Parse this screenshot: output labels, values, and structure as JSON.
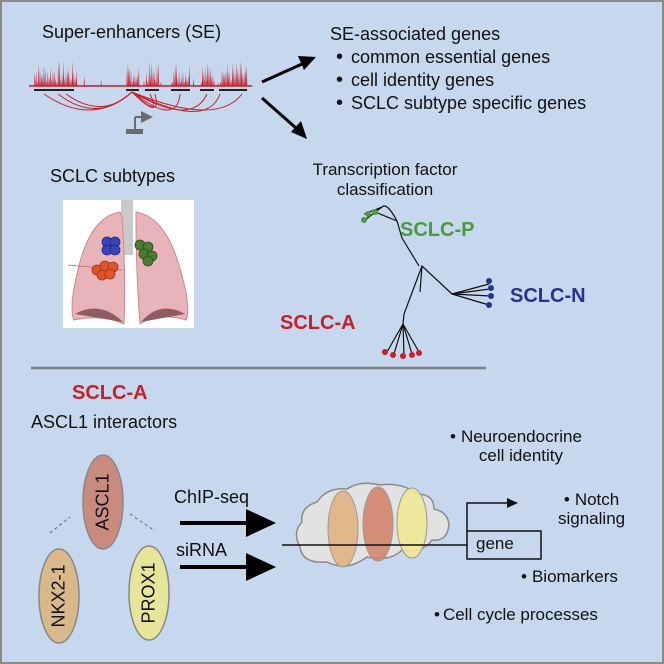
{
  "top": {
    "super_enhancers_title": "Super-enhancers (SE)",
    "se_genes": {
      "title": "SE-associated genes",
      "items": [
        "common essential genes",
        "cell identity genes",
        "SCLC subtype specific genes"
      ]
    },
    "subtypes_title": "SCLC subtypes",
    "tf_classification_line1": "Transcription factor",
    "tf_classification_line2": "classification",
    "subtype_labels": {
      "p": "SCLC-P",
      "n": "SCLC-N",
      "a": "SCLC-A"
    }
  },
  "bottom": {
    "title": "SCLC-A",
    "subtitle": "ASCL1 interactors",
    "factors": [
      "ASCL1",
      "NKX2-1",
      "PROX1"
    ],
    "methods": [
      "ChIP-seq",
      "siRNA"
    ],
    "gene_label": "gene",
    "outcomes": [
      "Neuroendocrine",
      "cell identity",
      "Notch",
      "signaling",
      "Biomarkers",
      "Cell cycle processes"
    ]
  },
  "colors": {
    "background": "#c6d7ee",
    "sclc_a": "#c8202a",
    "sclc_n": "#26338f",
    "sclc_p": "#4a9a3f",
    "ascl1": "#c98a80",
    "nkx21": "#d9b98a",
    "prox1": "#e6e59a"
  }
}
